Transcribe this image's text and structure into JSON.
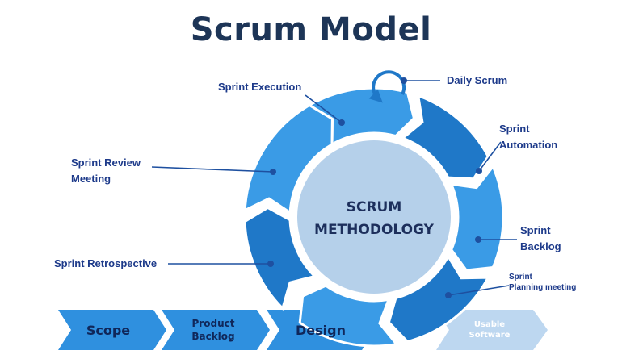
{
  "title": "Scrum Model",
  "center": {
    "line1": "SCRUM",
    "line2": "METHODOLOGY"
  },
  "stages": {
    "sprint_execution": "Sprint Execution",
    "daily_scrum": "Daily Scrum",
    "sprint_automation_1": "Sprint",
    "sprint_automation_2": "Automation",
    "sprint_review_1": "Sprint Review",
    "sprint_review_2": "Meeting",
    "sprint_backlog_1": "Sprint",
    "sprint_backlog_2": "Backlog",
    "sprint_retrospective": "Sprint Retrospective",
    "sprint_planning_1": "Sprint",
    "sprint_planning_2": "Planning meeting"
  },
  "flow": {
    "scope": "Scope",
    "product_backlog_1": "Product",
    "product_backlog_2": "Backlog",
    "design": "Design",
    "usable_software_1": "Usable",
    "usable_software_2": "Software"
  },
  "colors": {
    "title": "#1d3557",
    "ring_light": "#3a9be6",
    "ring_dark": "#1f78c8",
    "center_fill": "#b5d0ea",
    "label": "#1d3a8a",
    "chevron_blue": "#2f90df",
    "chevron_pale": "#bdd7f0"
  }
}
